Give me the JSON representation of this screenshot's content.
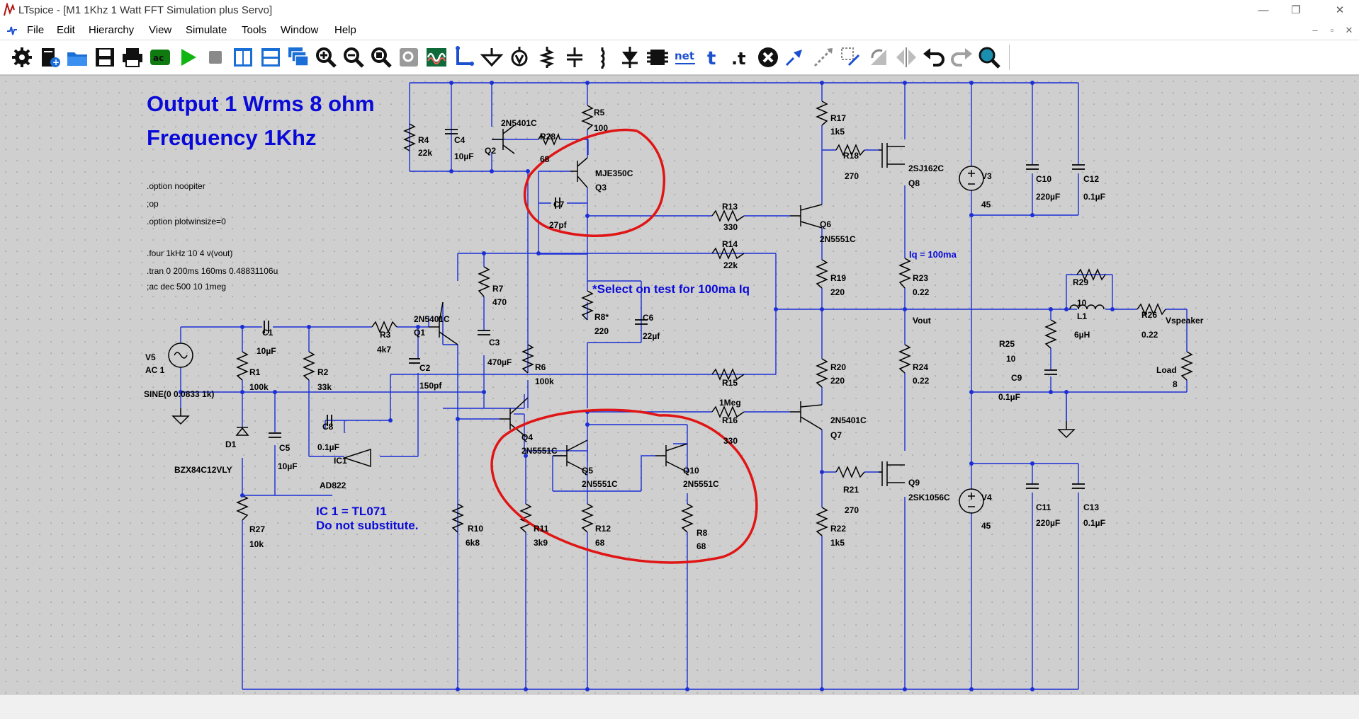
{
  "window": {
    "title": "LTspice - [M1 1Khz 1 Watt FFT Simulation plus Servo]",
    "controls": {
      "minimize": "—",
      "maximize": "❐",
      "close": "✕"
    }
  },
  "menu": {
    "items": [
      "File",
      "Edit",
      "Hierarchy",
      "View",
      "Simulate",
      "Tools",
      "Window",
      "Help"
    ],
    "mdi": {
      "minimize": "–",
      "restore": "▫",
      "close": "✕"
    }
  },
  "toolbar": {
    "tools": [
      {
        "icon": "settings-gear-icon"
      },
      {
        "icon": "new-schematic-icon"
      },
      {
        "icon": "open-folder-icon"
      },
      {
        "icon": "save-icon"
      },
      {
        "icon": "print-icon"
      },
      {
        "icon": "ac-analysis-icon"
      },
      {
        "icon": "run-icon"
      },
      {
        "icon": "halt-icon"
      },
      {
        "icon": "tile-vertical-icon"
      },
      {
        "icon": "tile-horizontal-icon"
      },
      {
        "icon": "cascade-windows-icon"
      },
      {
        "icon": "zoom-in-icon"
      },
      {
        "icon": "zoom-out-icon"
      },
      {
        "icon": "zoom-fit-icon"
      },
      {
        "icon": "zoom-back-icon"
      },
      {
        "icon": "waveform-icon"
      },
      {
        "icon": "draw-wire-icon"
      },
      {
        "icon": "ground-icon"
      },
      {
        "icon": "label-net-icon"
      },
      {
        "icon": "resistor-icon"
      },
      {
        "icon": "capacitor-icon"
      },
      {
        "icon": "inductor-icon"
      },
      {
        "icon": "diode-icon"
      },
      {
        "icon": "component-icon"
      },
      {
        "icon": "spice-netlist-icon",
        "text": "net"
      },
      {
        "icon": "text-icon",
        "text": "t"
      },
      {
        "icon": "spice-directive-icon",
        "text": ".t"
      },
      {
        "icon": "delete-icon"
      },
      {
        "icon": "duplicate-icon"
      },
      {
        "icon": "move-icon"
      },
      {
        "icon": "drag-icon"
      },
      {
        "icon": "rotate-icon"
      },
      {
        "icon": "mirror-icon"
      },
      {
        "icon": "undo-icon"
      },
      {
        "icon": "redo-icon"
      },
      {
        "icon": "find-icon"
      }
    ]
  },
  "schematic": {
    "headline": [
      "Output 1 Wrms 8 ohm",
      "Frequency 1Khz"
    ],
    "directives": [
      ".option noopiter",
      ";op",
      ".option plotwinsize=0",
      ".four 1kHz 10 4 v(vout)",
      ".tran 0 200ms 160ms 0.48831106u",
      ";ac dec 500 10 1meg"
    ],
    "notes": {
      "select_on_test": "*Select on test for 100ma Iq",
      "iq": "Iq = 100ma",
      "ic_line1": "IC 1 = TL071",
      "ic_line2": "Do not substitute."
    },
    "nets": {
      "vout": "Vout",
      "vspeaker": "Vspeaker"
    },
    "labels": {
      "R4": [
        "R4",
        "22k"
      ],
      "C4": [
        "C4",
        "10µF"
      ],
      "Q2": [
        "2N5401C",
        "Q2"
      ],
      "R28": [
        "R28",
        "68"
      ],
      "R5": [
        "R5",
        "100"
      ],
      "Q3": [
        "MJE350C",
        "Q3"
      ],
      "C7": [
        "C7",
        "27pf"
      ],
      "R17": [
        "R17",
        "1k5"
      ],
      "R18": [
        "R18",
        "270"
      ],
      "Q8": [
        "2SJ162C",
        "Q8"
      ],
      "V3": [
        "V3",
        "45"
      ],
      "C10": [
        "C10",
        "220µF"
      ],
      "C12": [
        "C12",
        "0.1µF"
      ],
      "R13": [
        "R13",
        "330"
      ],
      "Q6": [
        "Q6",
        "2N5551C"
      ],
      "R14": [
        "R14",
        "22k"
      ],
      "R19": [
        "R19",
        "220"
      ],
      "R23": [
        "R23",
        "0.22"
      ],
      "R29": [
        "R29",
        "10"
      ],
      "L1": [
        "L1",
        "6µH"
      ],
      "R26": [
        "R26",
        "0.22"
      ],
      "R7": [
        "R7",
        "470"
      ],
      "R8s": [
        "R8*",
        "220"
      ],
      "C6": [
        "C6",
        "22µf"
      ],
      "Q1": [
        "2N5401C",
        "Q1"
      ],
      "R3": [
        "R3",
        "4k7"
      ],
      "C1": [
        "C1",
        "10µF"
      ],
      "V5": [
        "V5",
        "AC 1",
        "SINE(0 0.0833 1k)"
      ],
      "R1": [
        "R1",
        "100k"
      ],
      "R2": [
        "R2",
        "33k"
      ],
      "C2": [
        "C2",
        "150pf"
      ],
      "C3": [
        "C3",
        "470µF"
      ],
      "R6": [
        "R6",
        "100k"
      ],
      "R15": [
        "R15",
        "1Meg"
      ],
      "R20": [
        "R20",
        "220"
      ],
      "R24": [
        "R24",
        "0.22"
      ],
      "R25": [
        "R25",
        "10"
      ],
      "C9": [
        "C9",
        "0.1µF"
      ],
      "Load": [
        "Load",
        "8"
      ],
      "R16": [
        "R16",
        "330"
      ],
      "Q7": [
        "2N5401C",
        "Q7"
      ],
      "Q4": [
        "Q4",
        "2N5551C"
      ],
      "Q5": [
        "Q5",
        "2N5551C"
      ],
      "Q10": [
        "Q10",
        "2N5551C"
      ],
      "D1": [
        "D1",
        "BZX84C12VLY"
      ],
      "C5": [
        "C5",
        "10µF"
      ],
      "C8": [
        "C8",
        "0.1µF"
      ],
      "IC1": [
        "IC1",
        "AD822"
      ],
      "R21": [
        "R21",
        "270"
      ],
      "Q9": [
        "Q9",
        "2SK1056C"
      ],
      "V4": [
        "V4",
        "45"
      ],
      "C11": [
        "C11",
        "220µF"
      ],
      "C13": [
        "C13",
        "0.1µF"
      ],
      "R27": [
        "R27",
        "10k"
      ],
      "R10": [
        "R10",
        "6k8"
      ],
      "R11": [
        "R11",
        "3k9"
      ],
      "R12": [
        "R12",
        "68"
      ],
      "R8": [
        "R8",
        "68"
      ],
      "R22": [
        "R22",
        "1k5"
      ]
    }
  }
}
